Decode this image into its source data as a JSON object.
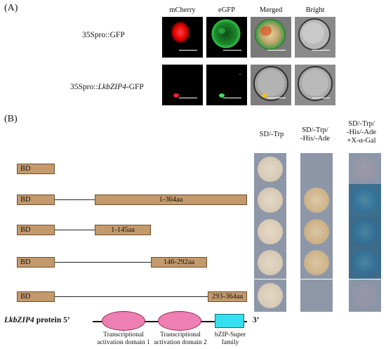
{
  "panel_a": {
    "label": "(A)",
    "columns": [
      "mCherry",
      "eGFP",
      "Merged",
      "Bright"
    ],
    "rows": [
      {
        "label_plain": "35Spro::GFP",
        "label_prefix": "",
        "label_italic": "",
        "label_suffix": ""
      },
      {
        "label_plain": "",
        "label_prefix": "35Spro::",
        "label_italic": "LkbZIP4",
        "label_suffix": "-GFP"
      }
    ]
  },
  "panel_b": {
    "label": "(B)",
    "column_headers": [
      {
        "lines": [
          "SD/-Trp"
        ]
      },
      {
        "lines": [
          "SD/-Trp/",
          "-His/-Ade"
        ]
      },
      {
        "lines": [
          "SD/-Trp/",
          "-His/-Ade",
          "+X-α-Gal"
        ]
      }
    ],
    "constructs": [
      {
        "bd": "BD",
        "fragment": ""
      },
      {
        "bd": "BD",
        "fragment": "1-364aa"
      },
      {
        "bd": "BD",
        "fragment": "1-145aa"
      },
      {
        "bd": "BD",
        "fragment": "146-292aa"
      },
      {
        "bd": "BD",
        "fragment": "293-364aa"
      }
    ],
    "protein": {
      "name_italic": "LkbZIP4",
      "name_rest": " protein 5’",
      "end": "3’",
      "domains": [
        {
          "line1": "Transcriptional",
          "line2": "activation domain 1"
        },
        {
          "line1": "Transcriptional",
          "line2": "activation domain 2"
        },
        {
          "line1": "bZIP-Super",
          "line2": "family"
        }
      ]
    },
    "colors": {
      "construct_box": "#c49a6c",
      "activation_domain": "#ee7fb2",
      "bzip_domain": "#33e0f0",
      "plate_background": "#8e97a8",
      "growth_colony": "#d8cbb8",
      "blue_colony": "#2d6f98"
    }
  }
}
